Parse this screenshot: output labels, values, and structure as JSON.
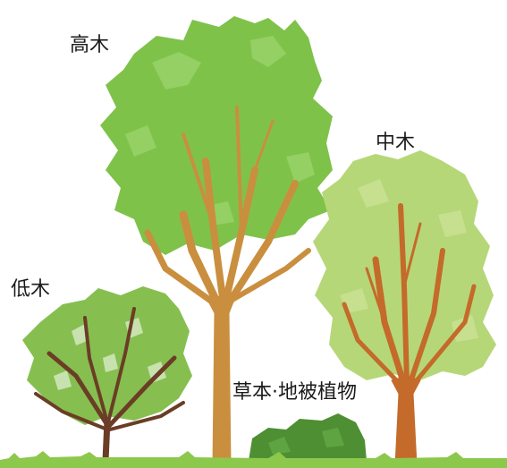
{
  "labels": {
    "tall_tree": "高木",
    "medium_tree": "中木",
    "shrub": "低木",
    "ground_cover": "草本·地被植物"
  },
  "colors": {
    "tall_foliage": "#7fc24a",
    "tall_foliage_light": "#8fcd5a",
    "tall_trunk": "#c98f3e",
    "medium_foliage": "#b6d778",
    "medium_trunk": "#c46a2a",
    "shrub_foliage": "#86bf4f",
    "shrub_trunk": "#6b3d26",
    "ground_cover": "#4e8f33",
    "grass": "#8cc84b"
  }
}
